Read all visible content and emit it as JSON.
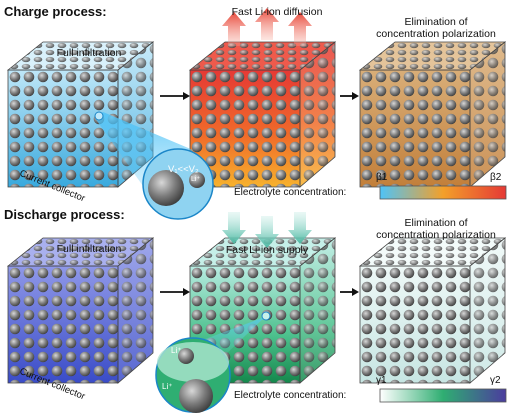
{
  "charge": {
    "heading": "Charge process:",
    "cube1_label": "Full infiltration",
    "cube2_label": "Fast Li-ion diffusion",
    "cube3_label": "Elimination of\nconcentration polarization",
    "collector_label": "Current collector",
    "inset_velocity": "V₁<<V₂",
    "inset_ion": "Li⁺",
    "legend_title": "Electrolyte concentration:",
    "legend_min": "β1",
    "legend_max": "β2",
    "colors": {
      "cube1": "#6ec9ec",
      "cube2_top": "#e53935",
      "cube2_bottom": "#f3a12a",
      "cube3": "#cf9a5a",
      "bar_left": "#4fc3f7",
      "bar_mid": "#f3a02a",
      "bar_right": "#e53935"
    }
  },
  "discharge": {
    "heading": "Discharge process:",
    "cube1_label": "Full infiltration",
    "cube2_label": "Fast Li-ion supply",
    "cube3_label": "Elimination of\nconcentration polarization",
    "collector_label": "Current collector",
    "inset_ion": "Li⁺",
    "legend_title": "Electrolyte concentration:",
    "legend_min": "γ1",
    "legend_max": "γ2",
    "colors": {
      "cube1": "#5566d8",
      "cube2_top": "#8fd8cc",
      "cube2_bottom": "#1e9a5c",
      "cube3": "#d3ecea",
      "bar_left": "#ffffff",
      "bar_mid": "#2fae72",
      "bar_right": "#4b3c9e"
    }
  }
}
